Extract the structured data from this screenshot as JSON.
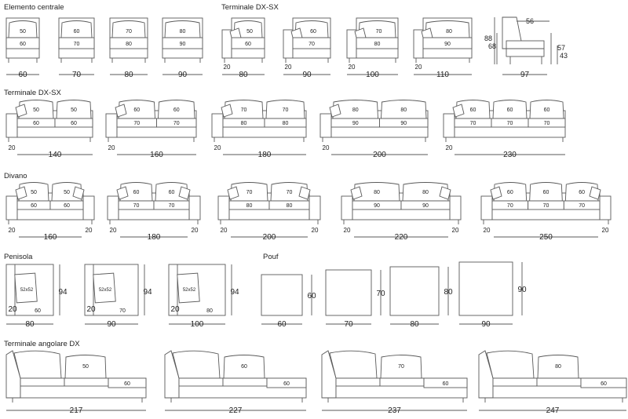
{
  "sections": {
    "central": "Elemento centrale",
    "terminal_top": "Terminale DX-SX",
    "terminal": "Terminale DX-SX",
    "sofa": "Divano",
    "chaise": "Penisola",
    "pouf": "Pouf",
    "corner": "Terminale angolare DX"
  },
  "central_units": [
    {
      "back": "50",
      "seat": "60",
      "width": "60"
    },
    {
      "back": "60",
      "seat": "70",
      "width": "70"
    },
    {
      "back": "70",
      "seat": "80",
      "width": "80"
    },
    {
      "back": "80",
      "seat": "90",
      "width": "90"
    }
  ],
  "terminal_units": [
    {
      "back": "50",
      "seat": "60",
      "arm": "20",
      "width": "80"
    },
    {
      "back": "60",
      "seat": "70",
      "arm": "20",
      "width": "90"
    },
    {
      "back": "70",
      "seat": "80",
      "arm": "20",
      "width": "100"
    },
    {
      "back": "80",
      "seat": "90",
      "arm": "20",
      "width": "110"
    }
  ],
  "side_view": {
    "height_back": "88",
    "height_seat_back": "68",
    "arm_height": "57",
    "seat_height": "43",
    "arm_depth": "56",
    "depth": "97"
  },
  "terminal_rows": [
    {
      "backs": [
        "50",
        "50"
      ],
      "seats": [
        "60",
        "60"
      ],
      "arm": "20",
      "width": "140"
    },
    {
      "backs": [
        "60",
        "60"
      ],
      "seats": [
        "70",
        "70"
      ],
      "arm": "20",
      "width": "160"
    },
    {
      "backs": [
        "70",
        "70"
      ],
      "seats": [
        "80",
        "80"
      ],
      "arm": "20",
      "width": "180"
    },
    {
      "backs": [
        "80",
        "80"
      ],
      "seats": [
        "90",
        "90"
      ],
      "arm": "20",
      "width": "200"
    },
    {
      "backs": [
        "60",
        "60",
        "60"
      ],
      "seats": [
        "70",
        "70",
        "70"
      ],
      "arm": "20",
      "width": "230"
    }
  ],
  "sofa_rows": [
    {
      "backs": [
        "50",
        "50"
      ],
      "seats": [
        "60",
        "60"
      ],
      "arm": "20",
      "width": "160"
    },
    {
      "backs": [
        "60",
        "60"
      ],
      "seats": [
        "70",
        "70"
      ],
      "arm": "20",
      "width": "180"
    },
    {
      "backs": [
        "70",
        "70"
      ],
      "seats": [
        "80",
        "80"
      ],
      "arm": "20",
      "width": "200"
    },
    {
      "backs": [
        "80",
        "80"
      ],
      "seats": [
        "90",
        "90"
      ],
      "arm": "20",
      "width": "220"
    },
    {
      "backs": [
        "60",
        "60",
        "60"
      ],
      "seats": [
        "70",
        "70",
        "70"
      ],
      "arm": "20",
      "width": "250"
    }
  ],
  "chaise_units": [
    {
      "cushion": "52x52",
      "arm": "20",
      "seat": "60",
      "width": "80",
      "depth": "94"
    },
    {
      "cushion": "52x52",
      "arm": "20",
      "seat": "70",
      "width": "90",
      "depth": "94"
    },
    {
      "cushion": "52x52",
      "arm": "20",
      "seat": "80",
      "width": "100",
      "depth": "94"
    }
  ],
  "pouf_units": [
    {
      "size": "60"
    },
    {
      "size": "70"
    },
    {
      "size": "80"
    },
    {
      "size": "90"
    }
  ],
  "corner_units": [
    {
      "back": "50",
      "seat": "60",
      "width": "217"
    },
    {
      "back": "60",
      "seat": "60",
      "width": "227"
    },
    {
      "back": "70",
      "seat": "60",
      "width": "237"
    },
    {
      "back": "80",
      "seat": "60",
      "width": "247"
    }
  ],
  "colors": {
    "line": "#5a5a5a",
    "text": "#222222",
    "paper": "#ffffff"
  }
}
